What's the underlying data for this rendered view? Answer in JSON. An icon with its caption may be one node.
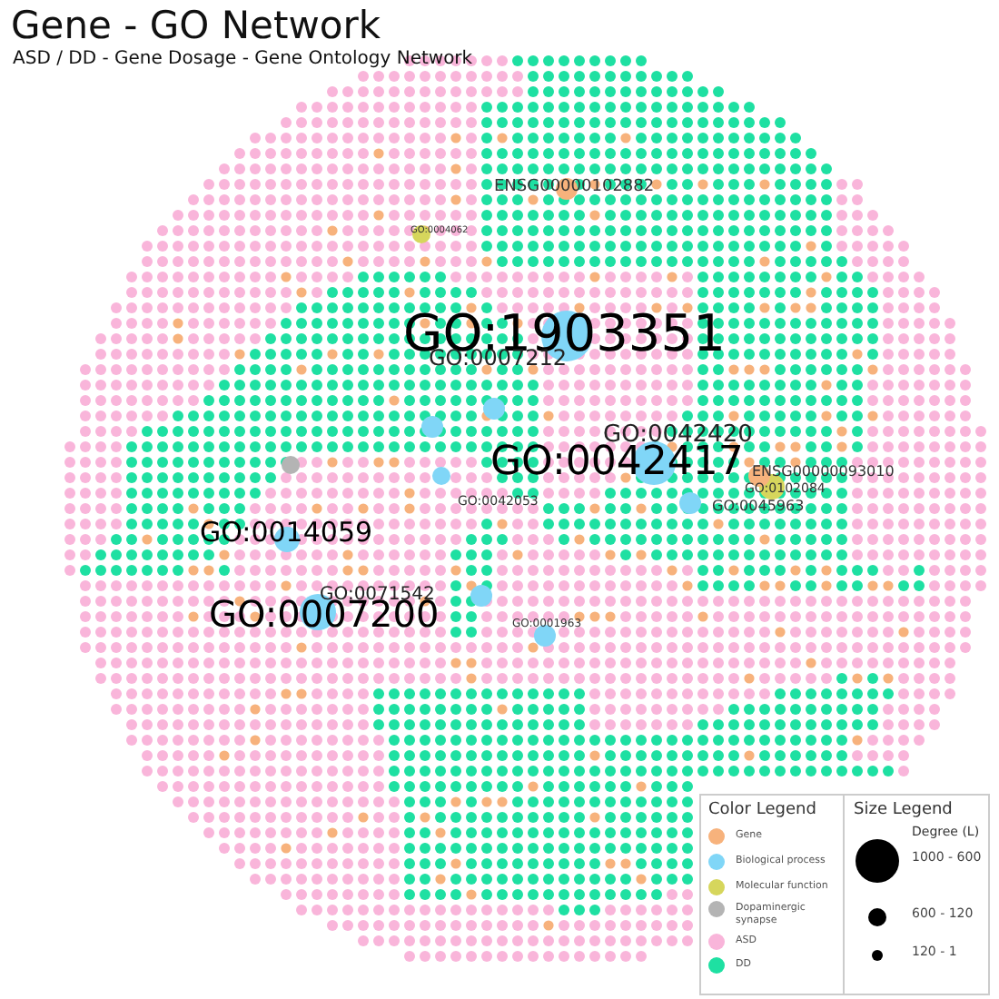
{
  "diagram": {
    "title": "Gene - GO Network",
    "caption": "ASD / DD  - Gene Dosage - Gene Ontology Network",
    "labels": [
      "ENSG00000102882",
      "GO:0004062",
      "GO:1903351",
      "GO:0007212",
      "GO:0042420",
      "GO:0042417",
      "ENSG00000093010",
      "GO:0102084",
      "GO:0045963",
      "GO:0042053",
      "GO:0014059",
      "GO:0071542",
      "GO:0007200",
      "GO:0001963",
      "Color Legend",
      "Size Legend",
      "Degree (L)"
    ],
    "legend": [
      {
        "text": "Gene",
        "color": "#f7b27c"
      },
      {
        "text": "Biological process",
        "color": "#80d6f7"
      },
      {
        "text": "Molecular function",
        "color": "#d6d65c"
      },
      {
        "text": "Dopaminergic synapse",
        "color": "#b4b4b4"
      },
      {
        "text": "ASD",
        "color": "#f9b5da"
      },
      {
        "text": "DD",
        "color": "#1ee0a2"
      },
      {
        "text": "1000 - 600"
      },
      {
        "text": "600 - 120"
      },
      {
        "text": "120 - 1"
      }
    ]
  }
}
